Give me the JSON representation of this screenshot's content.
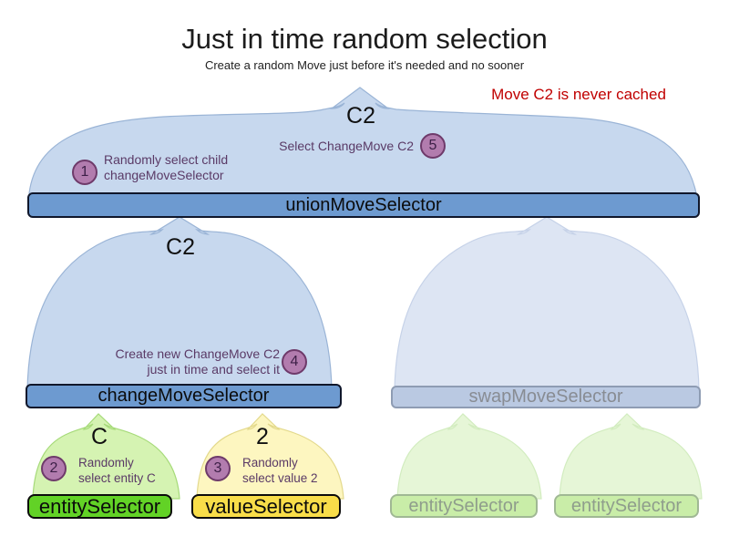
{
  "title": "Just in time random selection",
  "subtitle": "Create a random Move just before it's needed and no sooner",
  "red_note": "Move C2 is never cached",
  "flow_labels": {
    "union_input": "C2",
    "change_output": "C2",
    "entity_output": "C",
    "value_output": "2"
  },
  "selectors": {
    "union": "unionMoveSelector",
    "change": "changeMoveSelector",
    "swap": "swapMoveSelector",
    "entity": "entitySelector",
    "value": "valueSelector",
    "entity_faded_1": "entitySelector",
    "entity_faded_2": "entitySelector"
  },
  "annotations": {
    "step1": {
      "number": "1",
      "line1": "Randomly select child",
      "line2": "changeMoveSelector"
    },
    "step2": {
      "number": "2",
      "line1": "Randomly",
      "line2": "select entity C"
    },
    "step3": {
      "number": "3",
      "line1": "Randomly",
      "line2": "select value 2"
    },
    "step4": {
      "number": "4",
      "line1": "Create new ChangeMove C2",
      "line2": "just in time and select it"
    },
    "step5": {
      "number": "5",
      "line1": "Select ChangeMove C2"
    }
  },
  "colors": {
    "active_bar": "#6d9ad0",
    "inactive_bar": "#bac9e2",
    "entity_green": "#62d226",
    "value_yellow": "#f8dd49",
    "faded_green_bar": "#c9eda8",
    "blue_funnel": "#c7d8ee",
    "faded_blue_funnel": "#dde5f3",
    "green_funnel": "#d5f3b2",
    "yellow_funnel": "#fdf6c0",
    "faded_green_funnel": "#e6f6d7",
    "badge_fill": "#b27cae",
    "note_purple": "#5a3a66",
    "red_note": "#c00000"
  }
}
